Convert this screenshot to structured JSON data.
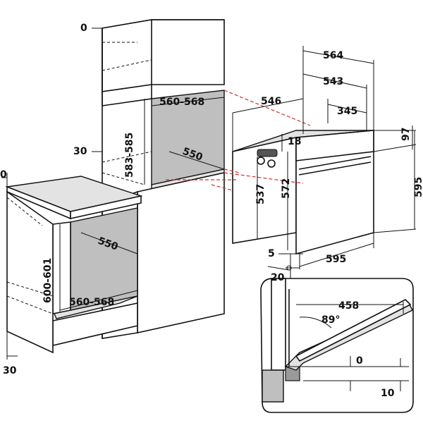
{
  "dimensions": {
    "tall_top_gap": "0",
    "tall_niche_width": "560-568",
    "tall_niche_height": "583-585",
    "tall_niche_depth": "550",
    "tall_side_offset": "30",
    "base_top_gap": "0",
    "base_niche_depth": "550",
    "base_niche_height": "600-601",
    "base_niche_width": "560-568",
    "base_side_offset": "30",
    "oven_total_depth": "564",
    "oven_body_depth": "543",
    "oven_depth_546": "546",
    "oven_depth_345": "345",
    "oven_top_18": "18",
    "oven_top_97": "97",
    "oven_height_537": "537",
    "oven_height_572": "572",
    "oven_height_595": "595",
    "oven_width_595": "595",
    "oven_bottom_5": "5",
    "oven_bottom_20": "20",
    "door_depth_458": "458",
    "door_angle": "89°",
    "door_gap_0": "0",
    "door_gap_10": "10"
  }
}
